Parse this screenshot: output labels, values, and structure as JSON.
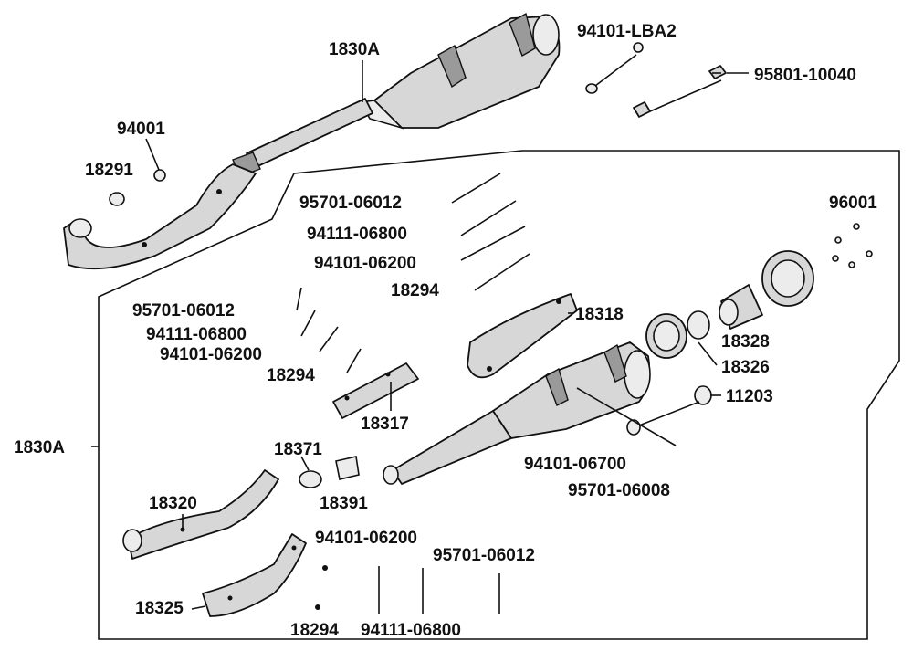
{
  "labels": {
    "main_assembly_top": "1830A",
    "main_assembly_left": "1830A",
    "nut_top": "94001",
    "clip_top": "18291",
    "washer_top_right": "94101-LBA2",
    "bolt_top_right": "95801-10040",
    "bolt_set1_a": "95701-06012",
    "bolt_set1_b": "94111-06800",
    "bolt_set1_c": "94101-06200",
    "bolt_set1_d": "18294",
    "bolt_set2_a": "95701-06012",
    "bolt_set2_b": "94111-06800",
    "bolt_set2_c": "94101-06200",
    "bolt_set2_d": "18294",
    "kit_right": "96001",
    "heat_guard_muffler": "18318",
    "heat_guard_pipe": "18317",
    "end_cap": "18328",
    "gasket_ring": "18326",
    "rubber_grommet": "11203",
    "clamp": "18371",
    "joint_sleeve": "18391",
    "washer_mid": "94101-06700",
    "bolt_mid": "95701-06008",
    "exhaust_pipe": "18320",
    "pipe_guard": "18325",
    "bottom_washer": "94101-06200",
    "bottom_bolt": "95701-06012",
    "bottom_clip": "18294",
    "bottom_washer2": "94111-06800"
  }
}
